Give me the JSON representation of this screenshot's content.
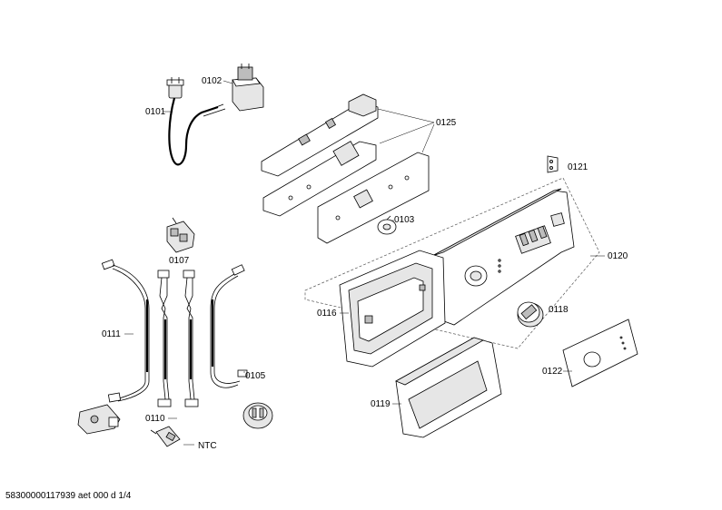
{
  "labels": {
    "p0101": "0101",
    "p0102": "0102",
    "p0103": "0103",
    "p0105": "0105",
    "p0107": "0107",
    "p0110": "0110",
    "p0111": "0111",
    "p0116": "0116",
    "p0118": "0118",
    "p0119": "0119",
    "p0120": "0120",
    "p0121": "0121",
    "p0122": "0122",
    "p0125": "0125",
    "ntc": "NTC"
  },
  "footer": "58300000117939 aet 000 d 1/4"
}
